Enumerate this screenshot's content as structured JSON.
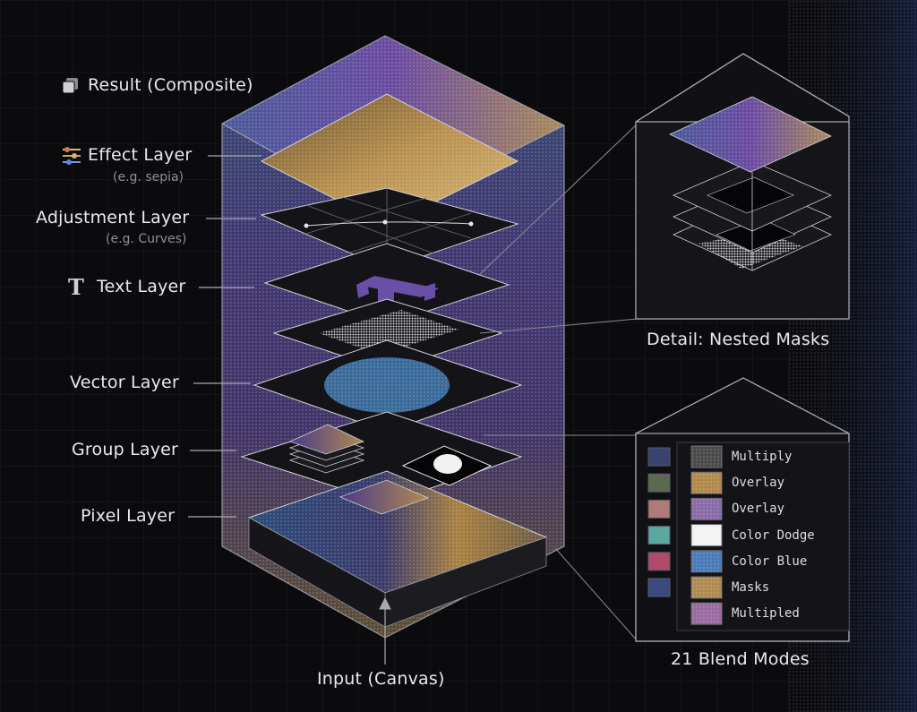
{
  "labels": {
    "result": "Result (Composite)",
    "effect": "Effect Layer",
    "effect_sub": "(e.g. sepia)",
    "adjustment": "Adjustment Layer",
    "adjustment_sub": "(e.g. Curves)",
    "text": "Text Layer",
    "vector": "Vector Layer",
    "group": "Group Layer",
    "pixel": "Pixel Layer",
    "input": "Input (Canvas)",
    "detail": "Detail: Nested Masks",
    "blend_count": "21 Blend Modes"
  },
  "icons": {
    "result": "stacked-pages-icon",
    "effect": "sliders-icon",
    "text": "text-t-icon"
  },
  "text_layer_glyph": "T",
  "blend_modes": [
    {
      "name": "Multiply",
      "left": "#3a4370",
      "swatch": "#4a4a4a"
    },
    {
      "name": "Overlay",
      "left": "#5a6a52",
      "swatch": "#b08a4a"
    },
    {
      "name": "Overlay",
      "left": "#b07a78",
      "swatch": "#8a6aa8"
    },
    {
      "name": "Color Dodge",
      "left": "#5aa8a0",
      "swatch": "#f2f2f2"
    },
    {
      "name": "Color Blue",
      "left": "#b04a6a",
      "swatch": "#4a7ab8"
    },
    {
      "name": "Masks",
      "left": "#3a4a80",
      "swatch": "#b08a50"
    },
    {
      "name": "Multipled",
      "left": "",
      "swatch": "#9a6aa0"
    }
  ],
  "colors": {
    "purple": "#6a4fa8",
    "blue": "#3a6a9a",
    "gold": "#c4a060",
    "line": "#a8a8b4"
  }
}
